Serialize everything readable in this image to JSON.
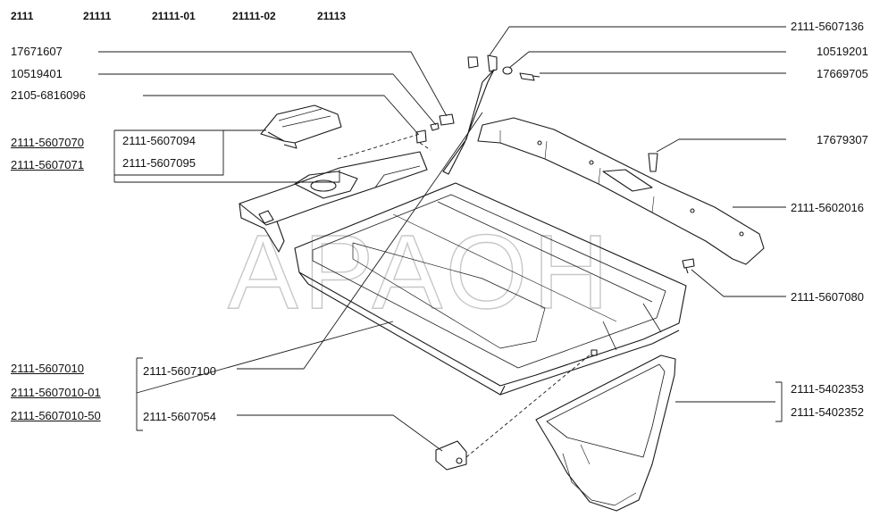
{
  "models": [
    "2111",
    "21111",
    "21111-01",
    "21111-02",
    "21113"
  ],
  "watermark": "АРАОН",
  "left_labels": {
    "p17671607": "17671607",
    "p10519401": "10519401",
    "p2105_6816096": "2105-6816096",
    "p2111_5607070": "2111-5607070",
    "p2111_5607071": "2111-5607071",
    "p2111_5607094": "2111-5607094",
    "p2111_5607095": "2111-5607095",
    "p2111_5607010": "2111-5607010",
    "p2111_5607010_01": "2111-5607010-01",
    "p2111_5607010_50": "2111-5607010-50",
    "p2111_5607100": "2111-5607100",
    "p2111_5607054": "2111-5607054"
  },
  "right_labels": {
    "p2111_5607136": "2111-5607136",
    "p10519201": "10519201",
    "p17669705": "17669705",
    "p17679307": "17679307",
    "p2111_5602016": "2111-5602016",
    "p2111_5607080": "2111-5607080",
    "p2111_5402353": "2111-5402353",
    "p2111_5402352": "2111-5402352"
  }
}
